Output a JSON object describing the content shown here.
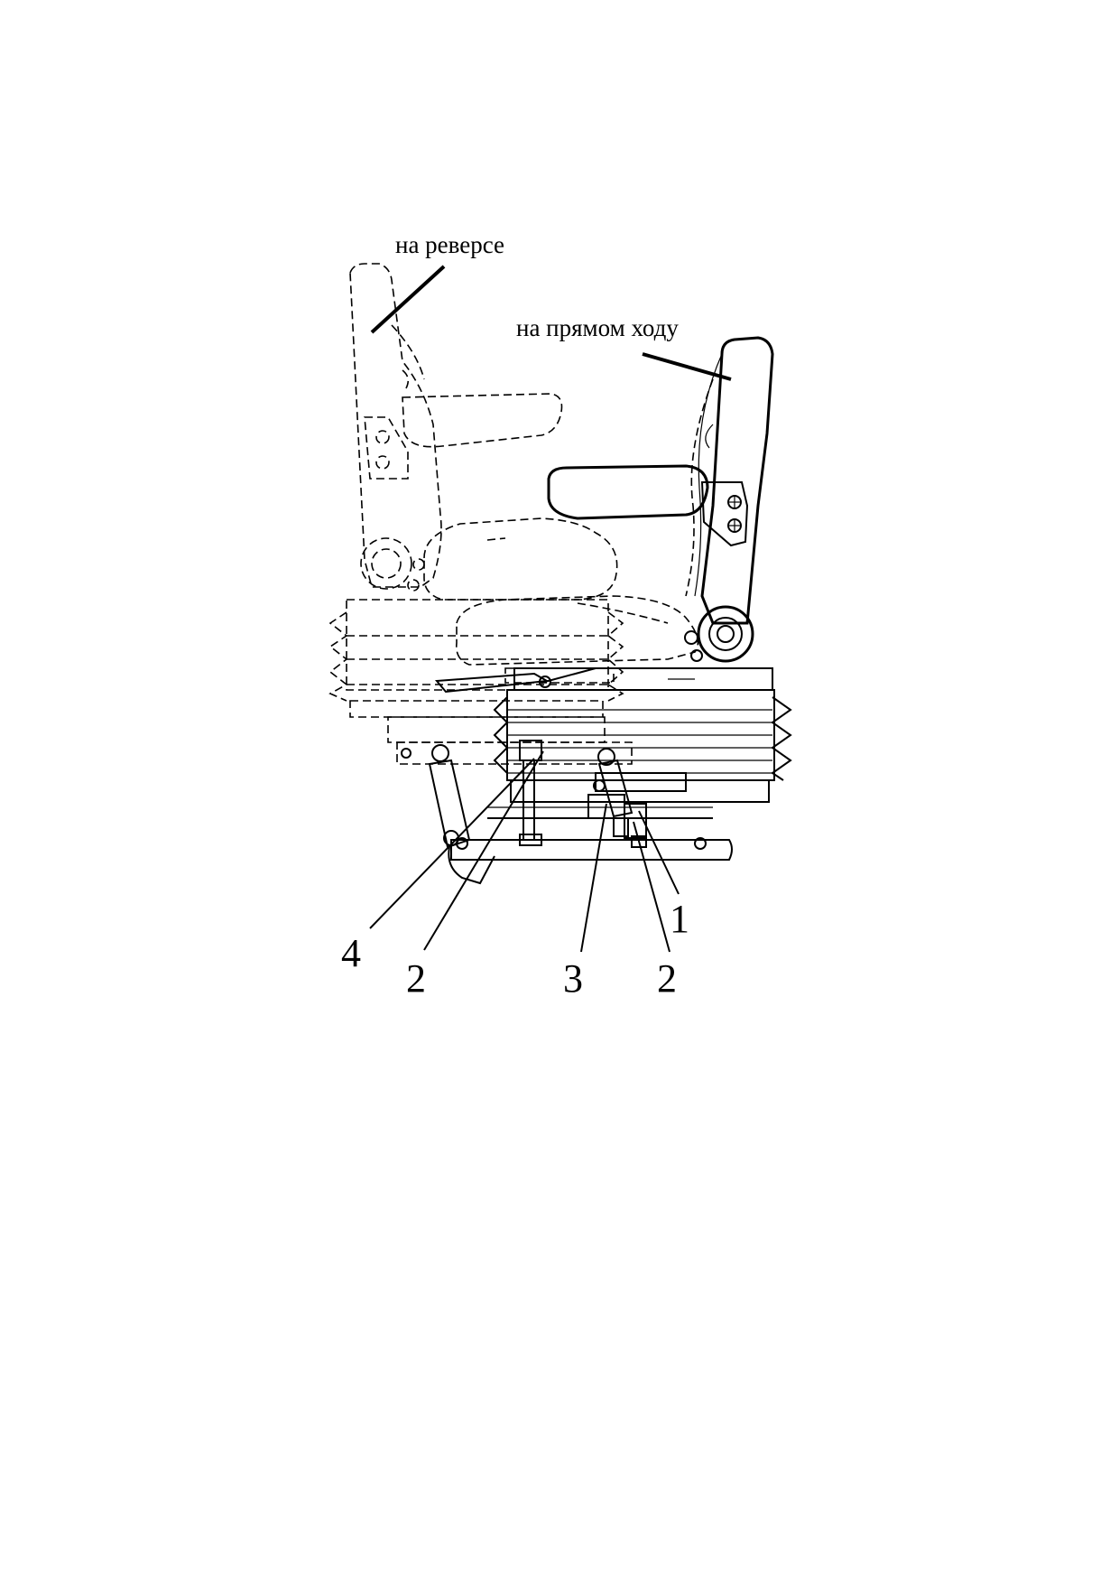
{
  "labels": {
    "reverse": "на реверсе",
    "forward": "на прямом ходу"
  },
  "callouts": [
    {
      "id": "callout-4",
      "text": "4"
    },
    {
      "id": "callout-2-left",
      "text": "2"
    },
    {
      "id": "callout-3",
      "text": "3"
    },
    {
      "id": "callout-2-right",
      "text": "2"
    },
    {
      "id": "callout-1",
      "text": "1"
    }
  ]
}
